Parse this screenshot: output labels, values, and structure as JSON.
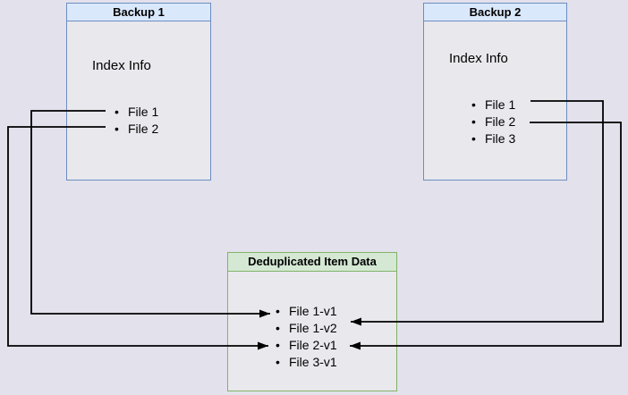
{
  "diagram": {
    "backup1": {
      "title": "Backup 1",
      "label": "Index Info",
      "files": [
        "File 1",
        "File 2"
      ]
    },
    "backup2": {
      "title": "Backup 2",
      "label": "Index Info",
      "files": [
        "File 1",
        "File 2",
        "File 3"
      ]
    },
    "dedup": {
      "title": "Deduplicated Item Data",
      "items": [
        "File 1-v1",
        "File 1-v2",
        "File 2-v1",
        "File 3-v1"
      ]
    },
    "connections": [
      {
        "from": "Backup 1 / File 1",
        "to": "File 1-v1"
      },
      {
        "from": "Backup 1 / File 2",
        "to": "File 2-v1"
      },
      {
        "from": "Backup 2 / File 1",
        "to": "File 1-v2"
      },
      {
        "from": "Backup 2 / File 2",
        "to": "File 2-v1"
      }
    ],
    "colors": {
      "background": "#e2e1ec",
      "box_fill": "#e9e8ed",
      "blue_header_fill": "#dae8fc",
      "blue_border": "#6c8ebf",
      "green_header_fill": "#d5e8d4",
      "green_border": "#82b366",
      "connector": "#000000",
      "text": "#000000"
    }
  }
}
